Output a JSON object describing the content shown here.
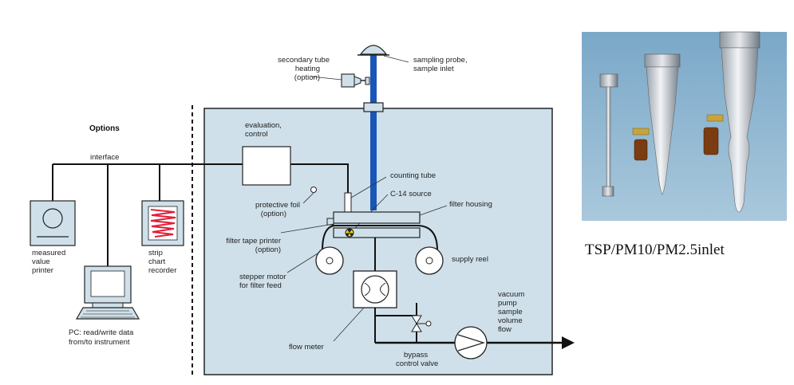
{
  "diagram": {
    "options_title": "Options",
    "interface": "interface",
    "printer": [
      "measured",
      "value",
      "printer"
    ],
    "recorder": [
      "strip",
      "chart",
      "recorder"
    ],
    "pc": [
      "PC: read/write data",
      "from/to instrument"
    ],
    "secondary_tube": [
      "secondary tube",
      "heating",
      "(option)"
    ],
    "sampling_probe": [
      "sampling probe,",
      "sample inlet"
    ],
    "evaluation": [
      "evaluation,",
      "control"
    ],
    "counting_tube": "counting tube",
    "c14_source": "C-14 source",
    "protective_foil": [
      "protective foil",
      "(option)"
    ],
    "filter_housing": "filter housing",
    "filter_tape_printer": [
      "filter tape printer",
      "(option)"
    ],
    "stepper_motor": [
      "stepper motor",
      "for filter feed"
    ],
    "supply_reel": "supply reel",
    "vacuum_pump": [
      "vacuum",
      "pump",
      "sample",
      "volume",
      "flow"
    ],
    "flow_meter": "flow meter",
    "bypass": [
      "bypass",
      "control valve"
    ]
  },
  "photo_caption": "TSP/PM10/PM2.5inlet",
  "colors": {
    "housing_fill": "#cfe0ea",
    "probe_tube": "#1a56b8",
    "photo_bg": "#8fb6d2",
    "recorder_trace": "#e0203a"
  }
}
